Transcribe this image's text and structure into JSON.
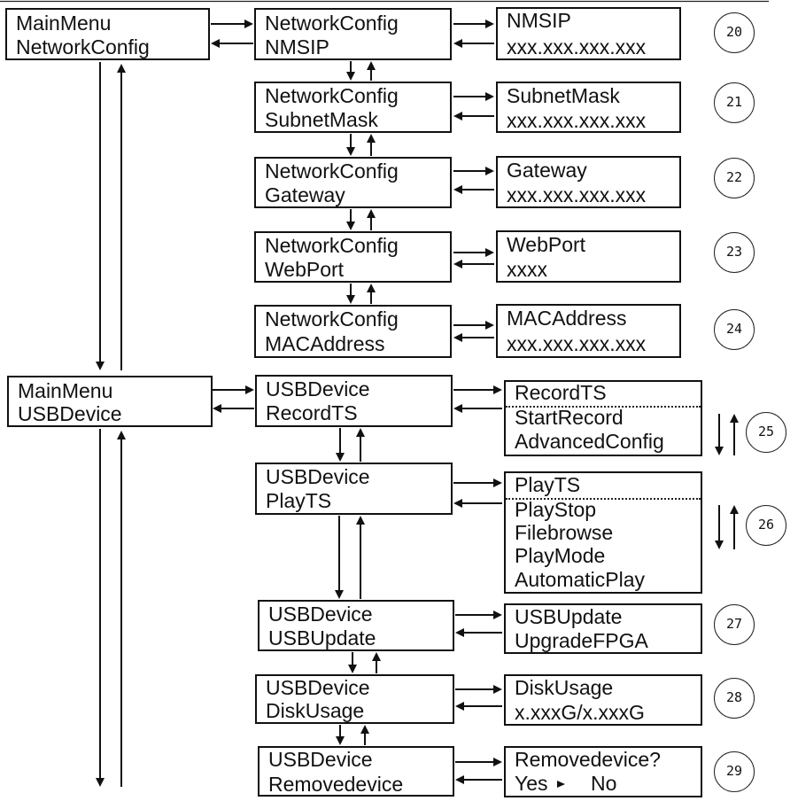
{
  "menu_network": {
    "line1": "MainMenu",
    "line2": "NetworkConfig"
  },
  "menu_usb": {
    "line1": "MainMenu",
    "line2": "USBDevice"
  },
  "network_items": [
    {
      "line1": "NetworkConfig",
      "line2": "NMSIP",
      "value_line1": "NMSIP",
      "value_line2": "xxx.xxx.xxx.xxx",
      "step": "20"
    },
    {
      "line1": "NetworkConfig",
      "line2": "SubnetMask",
      "value_line1": "SubnetMask",
      "value_line2": "xxx.xxx.xxx.xxx",
      "step": "21"
    },
    {
      "line1": "NetworkConfig",
      "line2": "Gateway",
      "value_line1": "Gateway",
      "value_line2": "xxx.xxx.xxx.xxx",
      "step": "22"
    },
    {
      "line1": "NetworkConfig",
      "line2": "WebPort",
      "value_line1": "WebPort",
      "value_line2": "xxxx",
      "step": "23"
    },
    {
      "line1": "NetworkConfig",
      "line2": "MACAddress",
      "value_line1": "MACAddress",
      "value_line2": "xxx.xxx.xxx.xxx",
      "step": "24"
    }
  ],
  "usb_items": [
    {
      "line1": "USBDevice",
      "line2": "RecordTS",
      "step": "25",
      "submenu": {
        "title": "RecordTS",
        "options": [
          "StartRecord",
          "AdvancedConfig"
        ]
      }
    },
    {
      "line1": "USBDevice",
      "line2": "PlayTS",
      "step": "26",
      "submenu": {
        "title": "PlayTS",
        "options": [
          "PlayStop",
          "Filebrowse",
          "PlayMode",
          "AutomaticPlay"
        ]
      }
    },
    {
      "line1": "USBDevice",
      "line2": "USBUpdate",
      "step": "27",
      "submenu": {
        "title": "USBUpdate",
        "options": [
          "UpgradeFPGA"
        ]
      }
    },
    {
      "line1": "USBDevice",
      "line2": "DiskUsage",
      "step": "28",
      "submenu": {
        "title": "DiskUsage",
        "options": [
          "x.xxxG/x.xxxG"
        ]
      }
    },
    {
      "line1": "USBDevice",
      "line2": "Removedevice",
      "step": "29",
      "submenu": {
        "title": "Removedevice?",
        "options": [],
        "choice_yes": "Yes",
        "choice_no": "No"
      }
    }
  ]
}
